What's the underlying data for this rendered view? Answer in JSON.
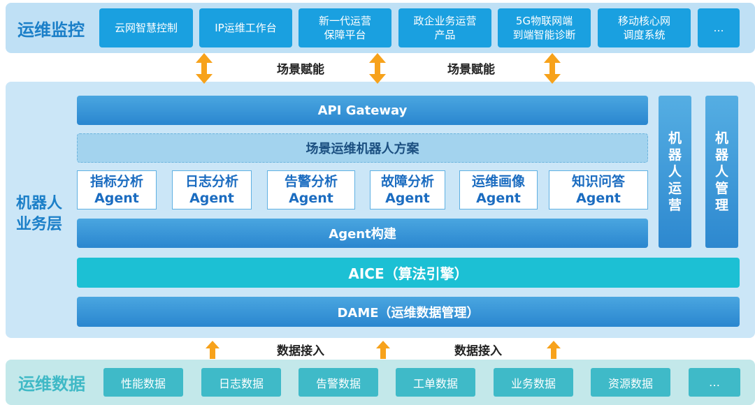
{
  "top": {
    "title": "运维监控",
    "apps": [
      "云网智慧控制",
      "IP运维工作台",
      "新一代运营\n保障平台",
      "政企业务运营\n产品",
      "5G物联网端\n到端智能诊断",
      "移动核心网\n调度系统",
      "…"
    ],
    "connector_labels": [
      "场景赋能",
      "场景赋能"
    ]
  },
  "middle": {
    "title_line1": "机器人",
    "title_line2": "业务层",
    "api_gateway": "API Gateway",
    "scene_solution": "场景运维机器人方案",
    "agents": [
      {
        "name": "指标分析",
        "suffix": "Agent"
      },
      {
        "name": "日志分析",
        "suffix": "Agent"
      },
      {
        "name": "告警分析",
        "suffix": "Agent"
      },
      {
        "name": "故障分析",
        "suffix": "Agent"
      },
      {
        "name": "运维画像",
        "suffix": "Agent"
      },
      {
        "name": "知识问答",
        "suffix": "Agent"
      }
    ],
    "agent_build": "Agent构建",
    "aice": "AICE（算法引擎）",
    "dame": "DAME（运维数据管理）",
    "side_ops": [
      "机",
      "器",
      "人",
      "运",
      "营"
    ],
    "side_mgmt": [
      "机",
      "器",
      "人",
      "管",
      "理"
    ]
  },
  "bottom": {
    "title": "运维数据",
    "connector_labels": [
      "数据接入",
      "数据接入"
    ],
    "sources": [
      "性能数据",
      "日志数据",
      "告警数据",
      "工单数据",
      "业务数据",
      "资源数据",
      "…"
    ]
  },
  "colors": {
    "primary_blue": "#1aa0e0",
    "dark_blue_text": "#1b7fc8",
    "teal": "#3fbac8",
    "aice_teal": "#1cc0d4",
    "arrow_orange": "#f7a21b"
  }
}
